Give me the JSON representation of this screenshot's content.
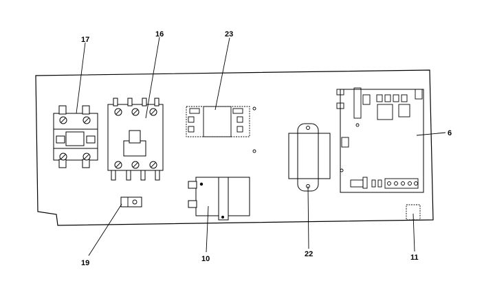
{
  "callouts": {
    "c17": "17",
    "c16": "16",
    "c23": "23",
    "c6": "6",
    "c19": "19",
    "c10": "10",
    "c22": "22",
    "c11": "11"
  }
}
